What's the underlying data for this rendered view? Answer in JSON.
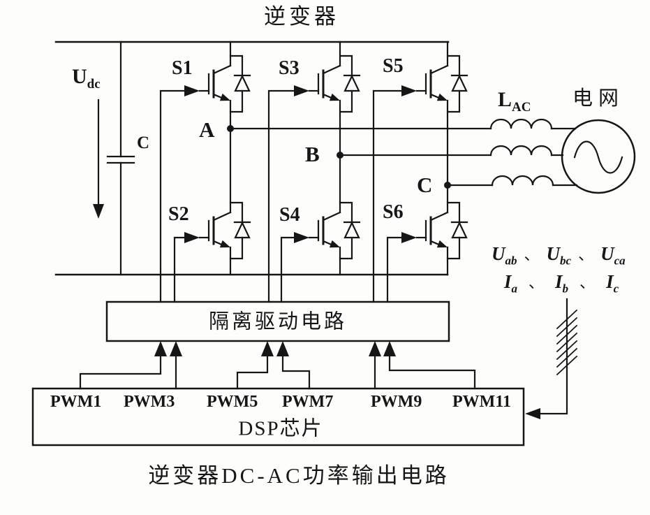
{
  "title": "逆变器",
  "caption": "逆变器DC-AC功率输出电路",
  "dc_source": {
    "udc_base": "U",
    "udc_sub": "dc",
    "cap_label": "C"
  },
  "switches": [
    "S1",
    "S2",
    "S3",
    "S4",
    "S5",
    "S6"
  ],
  "phases": [
    "A",
    "B",
    "C"
  ],
  "inductor": {
    "base": "L",
    "sub": "AC"
  },
  "grid_label": "电网",
  "drive_box_label": "隔离驱动电路",
  "dsp_box_label": "DSP芯片",
  "pwm_labels": [
    "PWM1",
    "PWM3",
    "PWM5",
    "PWM7",
    "PWM9",
    "PWM11"
  ],
  "sense": {
    "row1": [
      {
        "base": "U",
        "sub": "ab"
      },
      {
        "base": "U",
        "sub": "bc"
      },
      {
        "base": "U",
        "sub": "ca"
      }
    ],
    "row2": [
      {
        "base": "I",
        "sub": "a"
      },
      {
        "base": "I",
        "sub": "b"
      },
      {
        "base": "I",
        "sub": "c"
      }
    ],
    "separator": "、"
  },
  "colors": {
    "ink": "#161616",
    "paper": "#fdfdfc"
  }
}
